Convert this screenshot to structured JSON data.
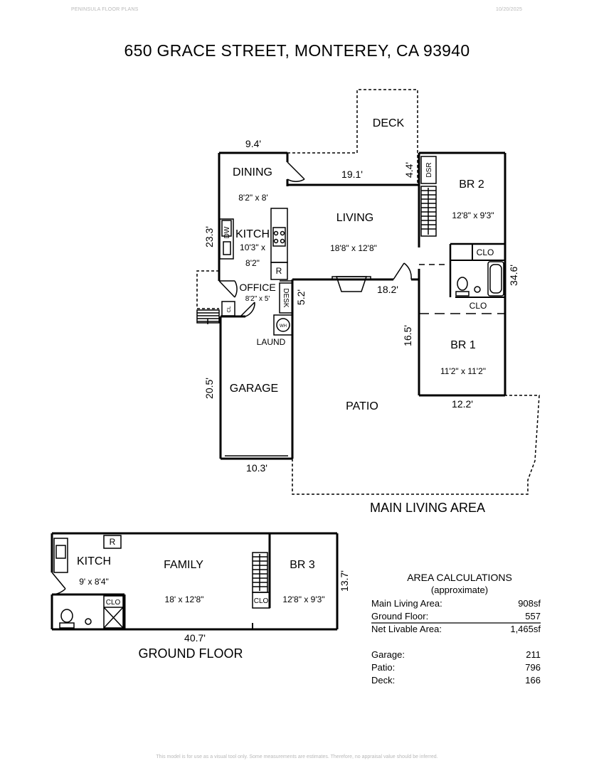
{
  "header": {
    "company": "PENINSULA FLOOR PLANS",
    "date": "10/20/2025",
    "title": "650 GRACE STREET, MONTEREY, CA 93940"
  },
  "main_level": {
    "label": "MAIN LIVING AREA",
    "rooms": {
      "deck": "DECK",
      "dining": {
        "name": "DINING",
        "size": "8'2\" x 8'"
      },
      "kitchen": {
        "name": "KITCH",
        "size_a": "10'3\" x",
        "size_b": "8'2\""
      },
      "living": {
        "name": "LIVING",
        "size": "18'8\" x 12'8\""
      },
      "office": {
        "name": "OFFICE",
        "size": "8'2\" x 5'"
      },
      "br2": {
        "name": "BR 2",
        "size": "12'8\" x 9'3\""
      },
      "br1": {
        "name": "BR 1",
        "size": "11'2\" x 11'2\""
      },
      "garage": "GARAGE",
      "patio": "PATIO",
      "laundry": "LAUND"
    },
    "fixtures": {
      "dw": "DW",
      "r": "R",
      "desk": "DESK",
      "dsr": "DSR",
      "clo": "CLO",
      "wh": "WH",
      "cl": "CL"
    },
    "measurements": {
      "dining_width": "9.4'",
      "living_width": "19.1'",
      "deck_depth": "4.4'",
      "left_height": "23.3'",
      "right_height": "34.6'",
      "patio_span": "18.2'",
      "office_depth": "5.2'",
      "br1_depth": "16.5'",
      "garage_depth": "20.5'",
      "garage_width": "10.3'",
      "br1_width": "12.2'"
    }
  },
  "ground_level": {
    "label": "GROUND FLOOR",
    "rooms": {
      "kitchen": {
        "name": "KITCH",
        "size": "9' x 8'4\""
      },
      "family": {
        "name": "FAMILY",
        "size": "18' x 12'8\""
      },
      "br3": {
        "name": "BR 3",
        "size": "12'8\" x 9'3\""
      }
    },
    "fixtures": {
      "r": "R",
      "clo": "CLO"
    },
    "measurements": {
      "width": "40.7'",
      "height": "13.7'"
    }
  },
  "area_calculations": {
    "title": "AREA CALCULATIONS",
    "subtitle": "(approximate)",
    "rows": [
      {
        "label": "Main Living Area:",
        "value": "908sf"
      },
      {
        "label": "Ground Floor:",
        "value": "557"
      },
      {
        "label": "Net Livable Area:",
        "value": "1,465sf"
      },
      {
        "label": "Garage:",
        "value": "211"
      },
      {
        "label": "Patio:",
        "value": "796"
      },
      {
        "label": "Deck:",
        "value": "166"
      }
    ]
  },
  "footer": "This model is for use as a visual tool only. Some measurements are estimates. Therefore, no appraisal value should be inferred."
}
